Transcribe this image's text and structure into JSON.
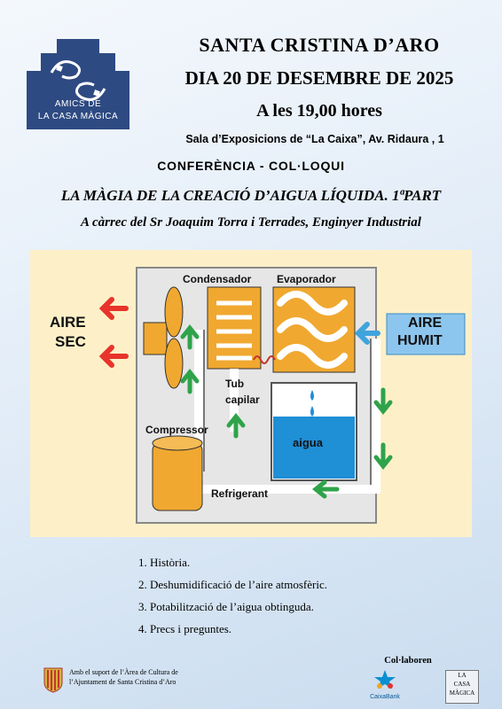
{
  "logo": {
    "line1": "AMICS DE",
    "line2": "LA CASA MÀGICA",
    "color": "#2e4a82"
  },
  "header": {
    "town": "SANTA CRISTINA D’ARO",
    "date": "DIA 20 DE DESEMBRE DE 2025",
    "time": "A les 19,00 hores",
    "venue": "Sala d’Exposicions de “La Caixa”, Av. Ridaura , 1"
  },
  "event": {
    "type": "CONFERÈNCIA - COL·LOQUI",
    "title": "LA MÀGIA DE LA CREACIÓ D’AIGUA LÍQUIDA. 1ªPART",
    "speaker": "A càrrec del Sr Joaquim Torra i Terrades, Enginyer Industrial"
  },
  "diagram": {
    "condenser": "Condensador",
    "evaporator": "Evaporador",
    "dry_air_1": "AIRE",
    "dry_air_2": "SEC",
    "humid_air_1": "AIRE",
    "humid_air_2": "HUMIT",
    "capillary_1": "Tub",
    "capillary_2": "capilar",
    "compressor": "Compressor",
    "water": "aigua",
    "refrigerant": "Refrigerant",
    "colors": {
      "background": "#fdf0c8",
      "arrow_out": "#e8342a",
      "arrow_in": "#3fa4dc",
      "flow": "#2fa34a",
      "water": "#1f8fd6",
      "coil": "#f0a830"
    }
  },
  "agenda": [
    "1. Història.",
    "2. Deshumidificació de l’aire atmosfèric.",
    "3. Potabilització de l’aigua obtinguda.",
    "4. Precs i preguntes."
  ],
  "footer": {
    "support_1": "Amb el suport de l’Àrea de Cultura de",
    "support_2": "l’Ajuntament de Santa Cristina d’Aro",
    "collab_title": "Col·laboren",
    "caixabank": "CaixaBank",
    "lcm_1": "LA",
    "lcm_2": "CASA",
    "lcm_3": "MÀGICA"
  }
}
